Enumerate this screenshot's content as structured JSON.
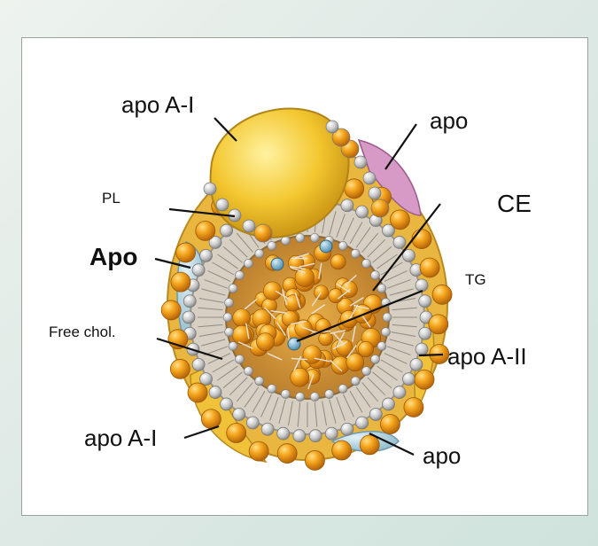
{
  "labels": {
    "apo_a1_top": "apo A-I",
    "apo_top_right": "apo",
    "pl": "PL",
    "ce": "CE",
    "apo_bold": "Apo",
    "tg": "TG",
    "free_chol": "Free chol.",
    "apo_a2": "apo A-II",
    "apo_a1_bottom": "apo A-I",
    "apo_bottom_right": "apo"
  },
  "colors": {
    "ce_sphere": "#f0a018",
    "apo_a1": "#f2c430",
    "apo_blue": "#a9ccd8",
    "apo_pink": "#d79ac6",
    "phospholipid_head": "#bdbdbd",
    "tg_molecule": "#7fb0c8",
    "shell": "#d8d2c6"
  }
}
